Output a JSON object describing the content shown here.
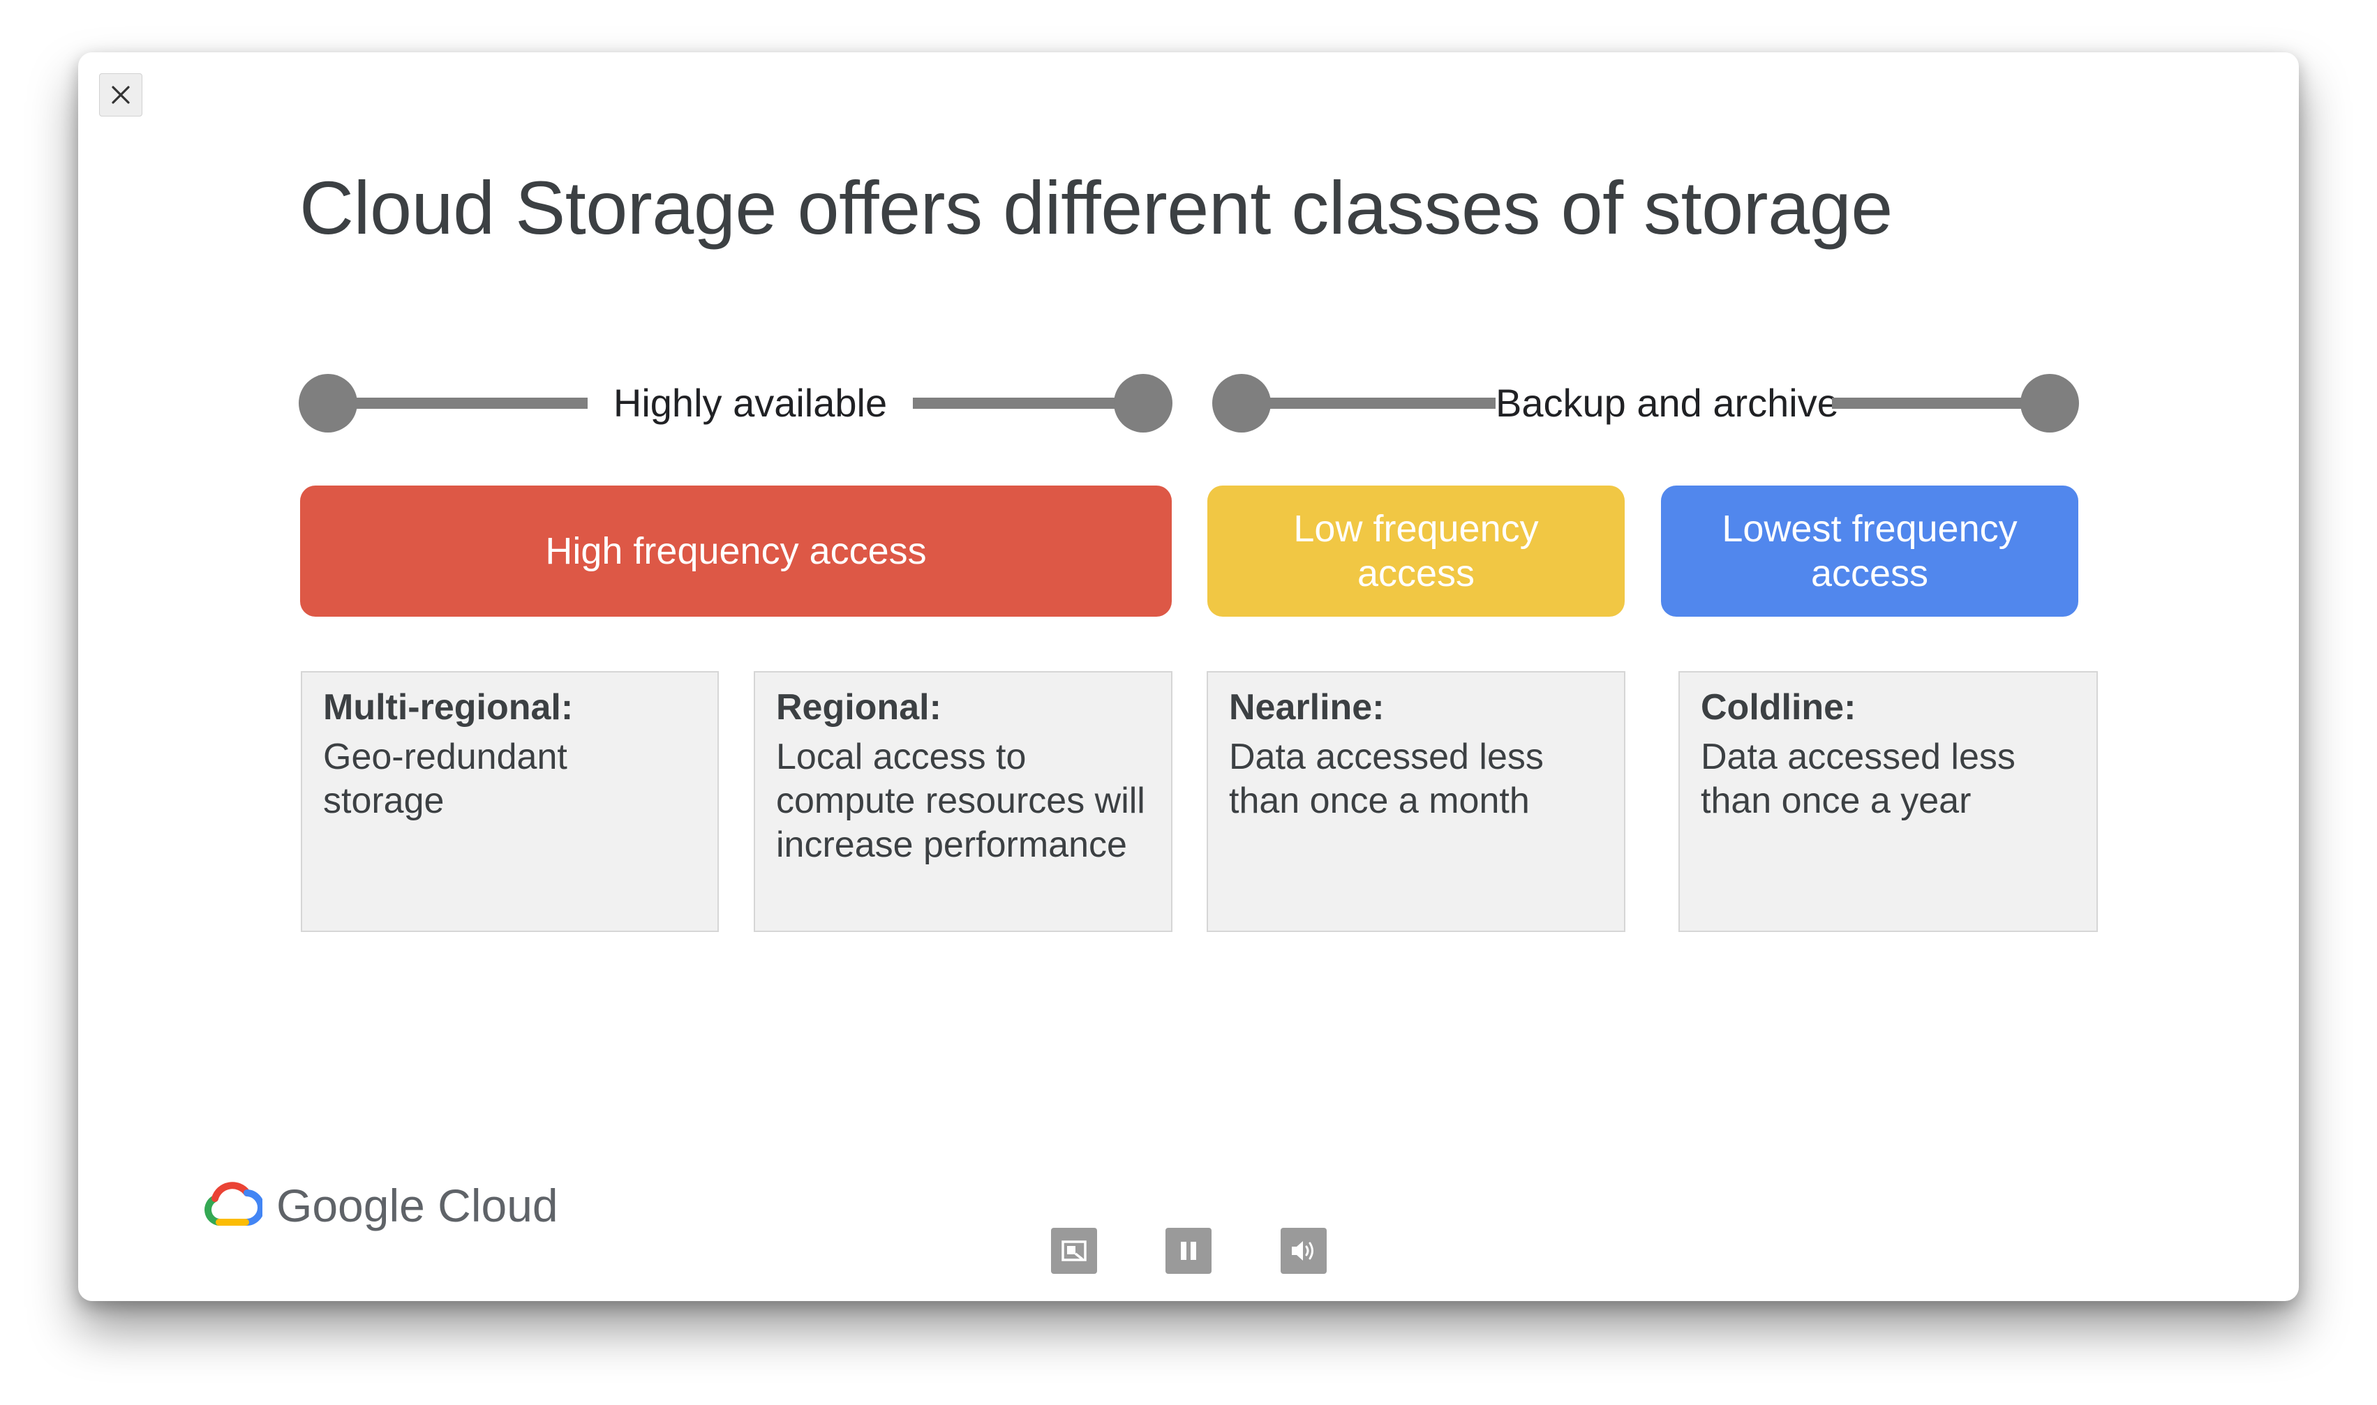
{
  "slide": {
    "title": "Cloud Storage offers different classes of storage"
  },
  "ranges": [
    {
      "label": "Highly available"
    },
    {
      "label": "Backup and archive"
    }
  ],
  "access_tiers": [
    {
      "label": "High frequency access",
      "color": "#dd5846"
    },
    {
      "label": "Low frequency access",
      "color": "#f1c744"
    },
    {
      "label": "Lowest frequency access",
      "color": "#5187ed"
    }
  ],
  "storage_classes": [
    {
      "name": "Multi-regional:",
      "description": "Geo-redundant storage"
    },
    {
      "name": "Regional:",
      "description": "Local access to compute resources will increase performance"
    },
    {
      "name": "Nearline:",
      "description": "Data accessed less than once a month"
    },
    {
      "name": "Coldline:",
      "description": "Data accessed less than once a year"
    }
  ],
  "branding": {
    "logo_text": "Google Cloud",
    "logo_icon": "google-cloud-logo-icon",
    "logo_colors": [
      "#ea4335",
      "#fbbc04",
      "#34a853",
      "#4285f4"
    ]
  },
  "controls": {
    "close_icon": "close-icon",
    "items": [
      "screenshot-icon",
      "pause-icon",
      "volume-icon"
    ]
  }
}
